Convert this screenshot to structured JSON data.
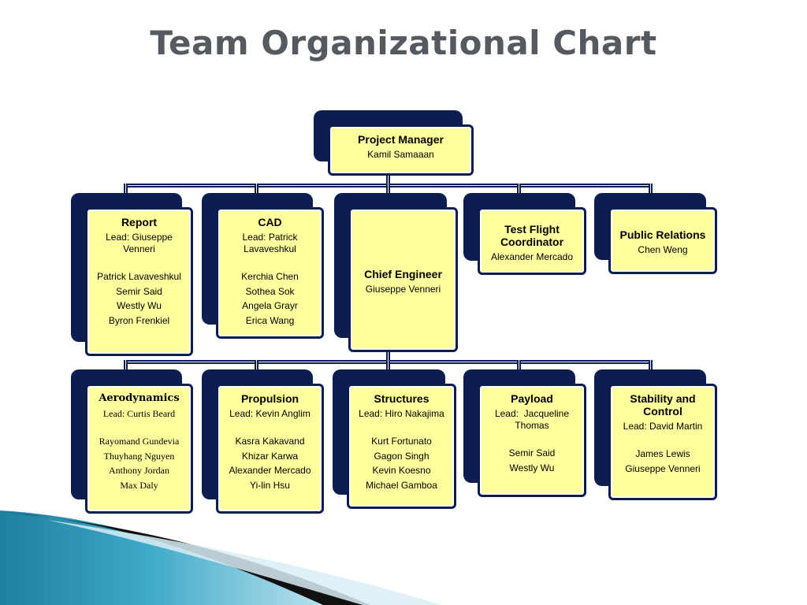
{
  "title": "Team Organizational Chart",
  "manager": {
    "title": "Project Manager",
    "name": "Kamil Samaaan"
  },
  "row1": {
    "report": {
      "title": "Report",
      "lead": "Lead: Giuseppe Venneri",
      "members": [
        "Patrick Lavaveshkul",
        "Semir Said",
        "Westly Wu",
        "Byron Frenkiel"
      ]
    },
    "cad": {
      "title": "CAD",
      "lead": "Lead: Patrick Lavaveshkul",
      "members": [
        "Kerchia Chen",
        "Sothea Sok",
        "Angela Grayr",
        "Erica Wang"
      ]
    },
    "chief": {
      "title": "Chief Engineer",
      "name": "Giuseppe Venneri"
    },
    "testflight": {
      "title": "Test Flight Coordinator",
      "name": "Alexander Mercado"
    },
    "pr": {
      "title": "Public Relations",
      "name": "Chen Weng"
    }
  },
  "row2": {
    "aero": {
      "title": "Aerodynamics",
      "lead": "Lead: Curtis Beard",
      "members": [
        "Rayomand Gundevia",
        "Thuyhang Nguyen",
        "Anthony Jordan",
        "Max Daly"
      ]
    },
    "propulsion": {
      "title": "Propulsion",
      "lead": "Lead: Kevin Anglim",
      "members": [
        "Kasra Kakavand",
        "Khizar Karwa",
        "Alexander Mercado",
        "Yi-lin Hsu"
      ]
    },
    "structures": {
      "title": "Structures",
      "lead": "Lead: Hiro Nakajima",
      "members": [
        "Kurt Fortunato",
        "Gagon Singh",
        "Kevin Koesno",
        "Michael Gamboa"
      ]
    },
    "payload": {
      "title": "Payload",
      "lead": "Lead:  Jacqueline Thomas",
      "members": [
        "Semir Said",
        "Westly Wu"
      ]
    },
    "stability": {
      "title": "Stability and Control",
      "lead": "Lead: David Martin",
      "members": [
        "James Lewis",
        "Giuseppe Venneri"
      ]
    }
  },
  "colors": {
    "navy": "#0d1d4f",
    "box_fill": "#ffff9e",
    "title_gray": "#555a60",
    "teal": "#2a8fb0"
  }
}
